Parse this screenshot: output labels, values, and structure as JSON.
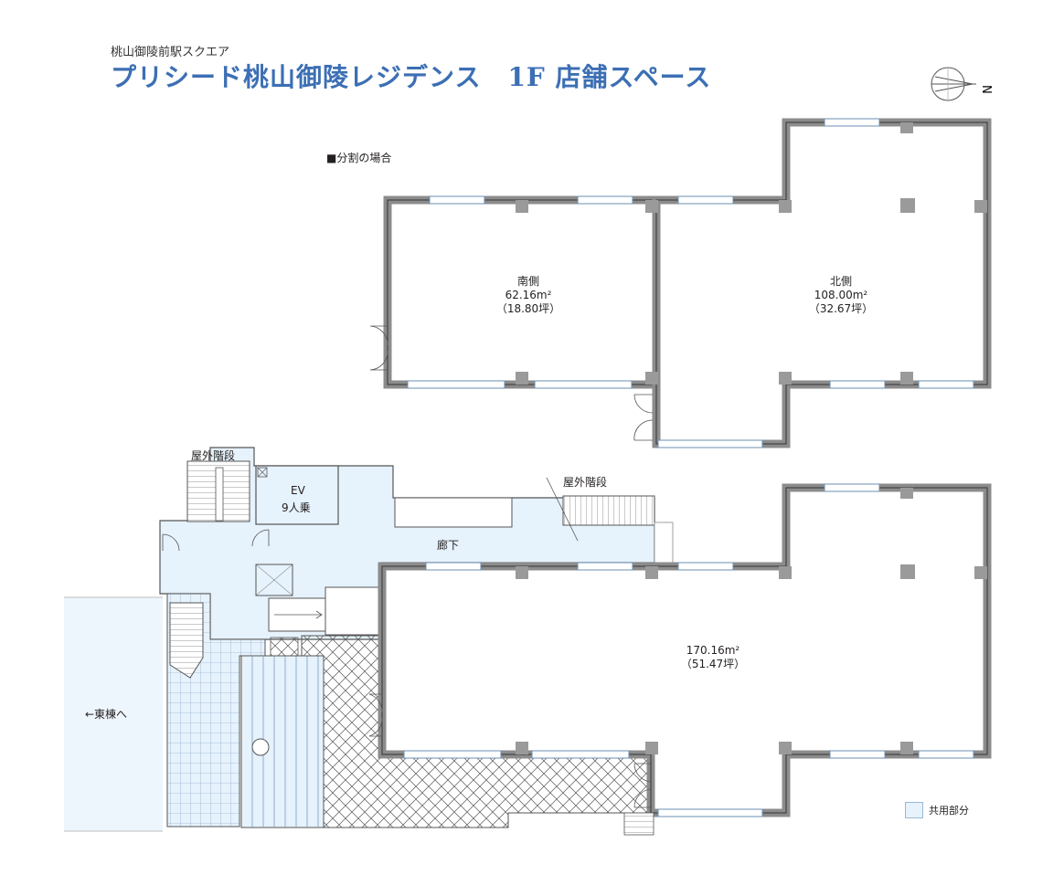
{
  "header": {
    "subtitle": "桃山御陵前駅スクエア",
    "title": "プリシード桃山御陵レジデンス　1F 店舗スペース"
  },
  "compass": {
    "north_label": "N"
  },
  "section_label": "■分割の場合",
  "rooms": {
    "south": {
      "name": "南側",
      "area": "62.16m²",
      "tsubo": "（18.80坪）"
    },
    "north": {
      "name": "北側",
      "area": "108.00m²",
      "tsubo": "（32.67坪）"
    },
    "full": {
      "area": "170.16m²",
      "tsubo": "（51.47坪）"
    }
  },
  "labels": {
    "outdoor_stairs_left": "屋外階段",
    "outdoor_stairs_right": "屋外階段",
    "ev": "EV",
    "ev_capacity": "9人乗",
    "corridor": "廊下",
    "east_wing": "←東棟へ"
  },
  "legend": {
    "common_area": "共用部分"
  },
  "colors": {
    "title": "#3c6fb4",
    "common_fill": "#e6f2fc",
    "wall": "#8c8c8c"
  }
}
